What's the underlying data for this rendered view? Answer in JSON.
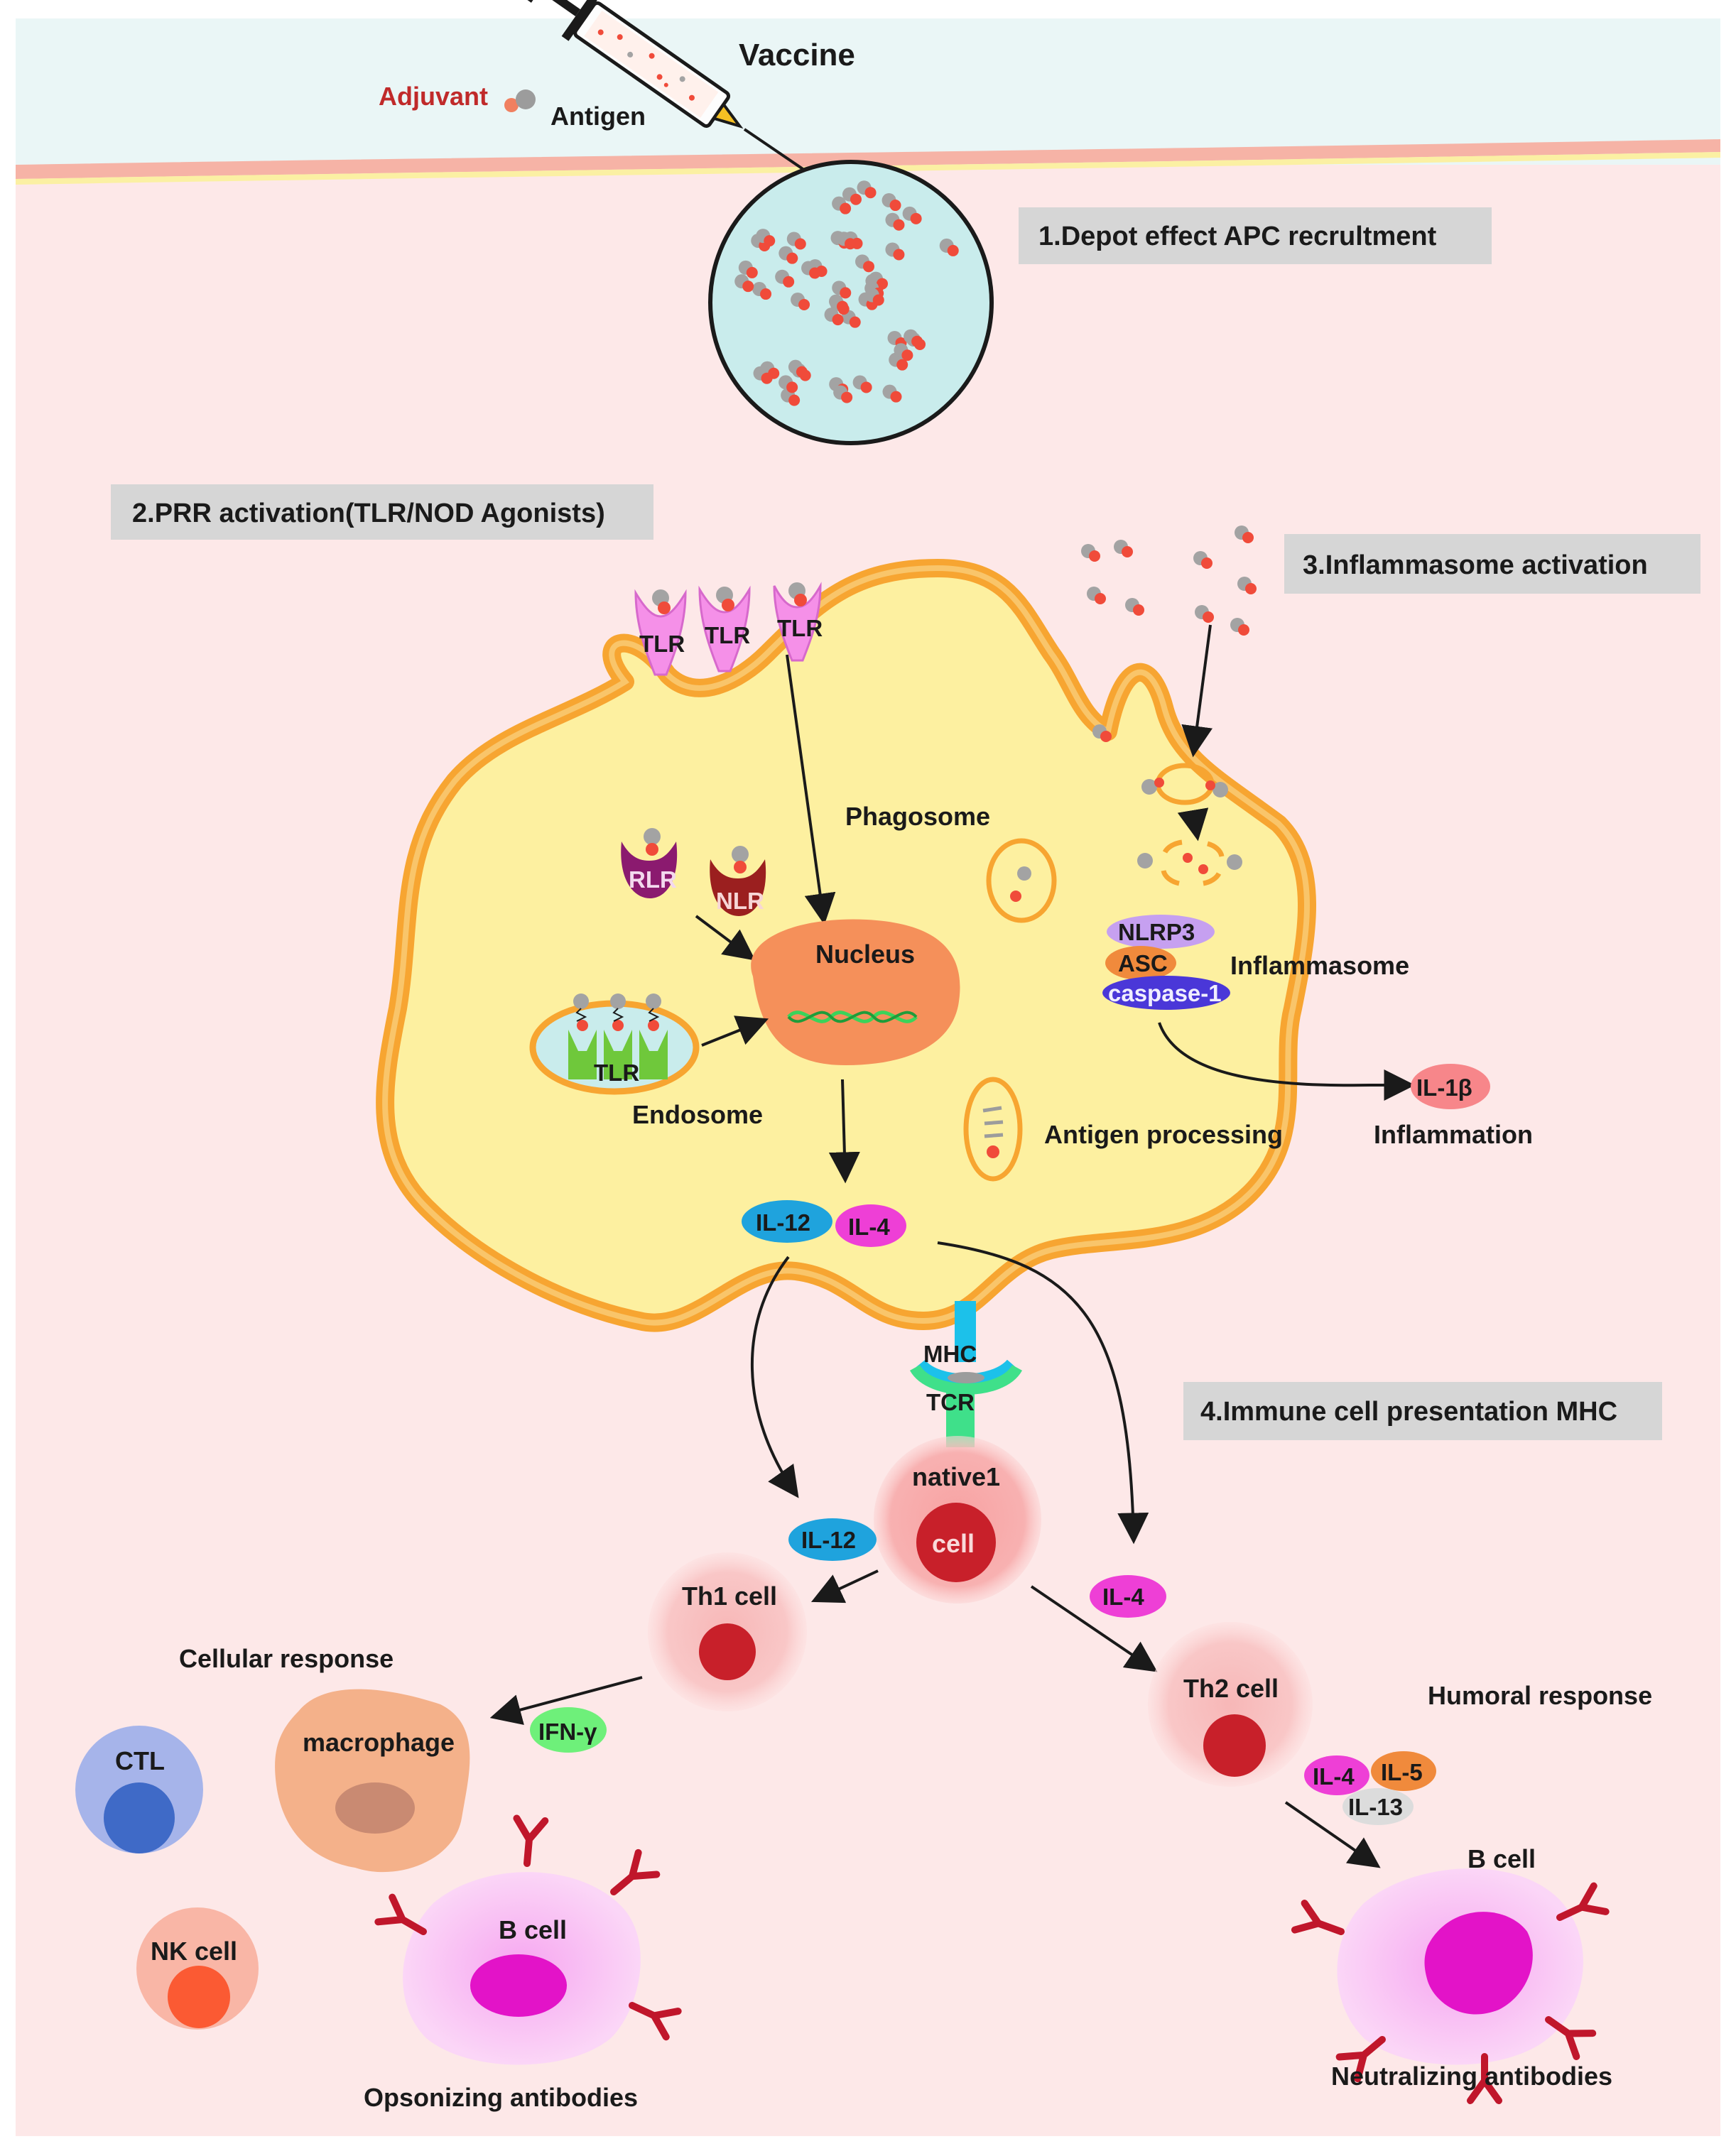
{
  "vaccine": {
    "title": "Vaccine",
    "adjuvant": "Adjuvant",
    "antigen": "Antigen"
  },
  "steps": {
    "s1": "1.Depot effect APC recrultment",
    "s2": "2.PRR activation(TLR/NOD Agonists)",
    "s3": "3.Inflammasome activation",
    "s4": "4.Immune cell presentation MHC"
  },
  "apc": {
    "tlr": "TLR",
    "rlr": "RLR",
    "nlr": "NLR",
    "nucleus": "Nucleus",
    "phagosome": "Phagosome",
    "endosome": "Endosome",
    "antigen_processing": "Antigen processing",
    "nlrp3": "NLRP3",
    "asc": "ASC",
    "caspase": "caspase-1",
    "inflammasome": "Inflammasome",
    "il1b": "IL-1β",
    "inflammation": "Inflammation",
    "il12": "IL-12",
    "il4": "IL-4"
  },
  "presentation": {
    "mhc": "MHC",
    "tcr": "TCR",
    "naive_top": "native1",
    "naive_bottom": "cell"
  },
  "cells": {
    "th1": "Th1 cell",
    "th2": "Th2 cell",
    "il12": "IL-12",
    "il4": "IL-4",
    "ifn": "IFN-γ",
    "il5": "IL-5",
    "il13": "IL-13",
    "cellular_response": "Cellular response",
    "humoral_response": "Humoral response",
    "macrophage": "macrophage",
    "ctl": "CTL",
    "nk": "NK cell",
    "bcell": "B cell",
    "opsonizing": "Opsonizing antibodies",
    "neutralizing": "Neutralizing antibodies"
  },
  "colors": {
    "background": "#fde8e8",
    "sky": "#eaf6f6",
    "apc_fill": "#fdf0a0",
    "apc_edge": "#f7a531",
    "tlr": "#f590e8",
    "il12": "#1fa3dd",
    "il4": "#ee3fd6",
    "ifn": "#6ef07a",
    "caspase": "#4a37d8",
    "nlrp3": "#c6a0f0",
    "asc": "#f08a3c",
    "antibody": "#c0162b"
  }
}
